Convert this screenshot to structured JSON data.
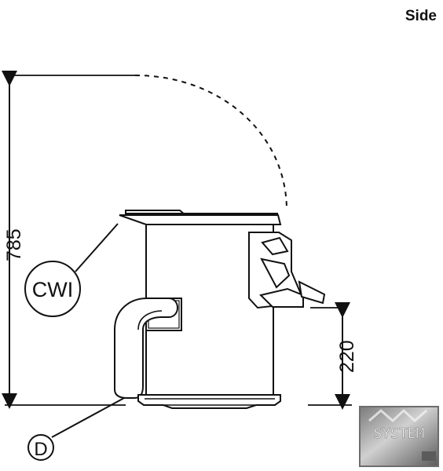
{
  "title": "Side",
  "dimensions": {
    "height": "785",
    "base_height": "220"
  },
  "callouts": {
    "cwi": "CWI",
    "d": "D"
  },
  "logo": {
    "text": "SYSTEM"
  },
  "colors": {
    "line": "#111111",
    "background": "#ffffff"
  }
}
